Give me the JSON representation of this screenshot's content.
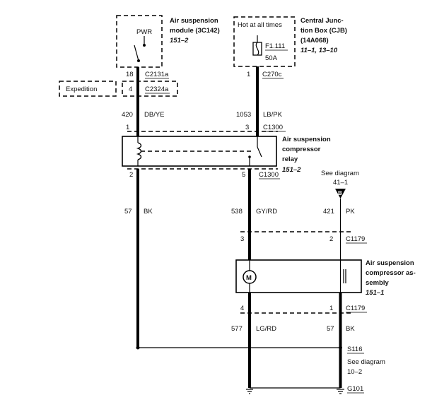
{
  "module": {
    "pwr": "PWR",
    "title_line1": "Air suspension",
    "title_line2": "module (3C142)",
    "ref": "151–2"
  },
  "hot_box": {
    "label": "Hot at all times",
    "fuse": "F1.111",
    "amps": "50A"
  },
  "cjb": {
    "line1": "Central Junc-",
    "line2": "tion Box (CJB)",
    "line3": "(14A068)",
    "ref": "11–1, 13–10"
  },
  "top_connectors": {
    "left_pin": "18",
    "left_conn": "C2131a",
    "expedition": "Expedition",
    "exp_pin": "4",
    "exp_conn": "C2324a",
    "right_pin": "1",
    "right_conn": "C270c"
  },
  "top_wires": {
    "left_circuit": "420",
    "left_color": "DB/YE",
    "right_circuit": "1053",
    "right_color": "LB/PK"
  },
  "relay": {
    "pin1": "1",
    "pin3": "3",
    "conn_top": "C1300",
    "pin2": "2",
    "pin5": "5",
    "conn_bottom": "C1300",
    "title_line1": "Air suspension",
    "title_line2": "compressor",
    "title_line3": "relay",
    "ref": "151–2"
  },
  "see_diagram_top": {
    "text": "See diagram",
    "ref": "41–1",
    "letter": "B"
  },
  "mid_wires": {
    "left_circuit": "57",
    "left_color": "BK",
    "mid_circuit": "538",
    "mid_color": "GY/RD",
    "right_circuit": "421",
    "right_color": "PK"
  },
  "c1179_top": {
    "left_pin": "3",
    "right_pin": "2",
    "conn": "C1179"
  },
  "compressor": {
    "motor": "M",
    "title_line1": "Air suspension",
    "title_line2": "compressor as-",
    "title_line3": "sembly",
    "ref": "151–1"
  },
  "c1179_bottom": {
    "left_pin": "4",
    "right_pin": "1",
    "conn": "C1179"
  },
  "bottom_wires": {
    "left_circuit": "577",
    "left_color": "LG/RD",
    "right_circuit": "57",
    "right_color": "BK"
  },
  "splice": {
    "id": "S116",
    "see_text": "See diagram",
    "see_ref": "10–2"
  },
  "ground": {
    "id": "G101"
  }
}
